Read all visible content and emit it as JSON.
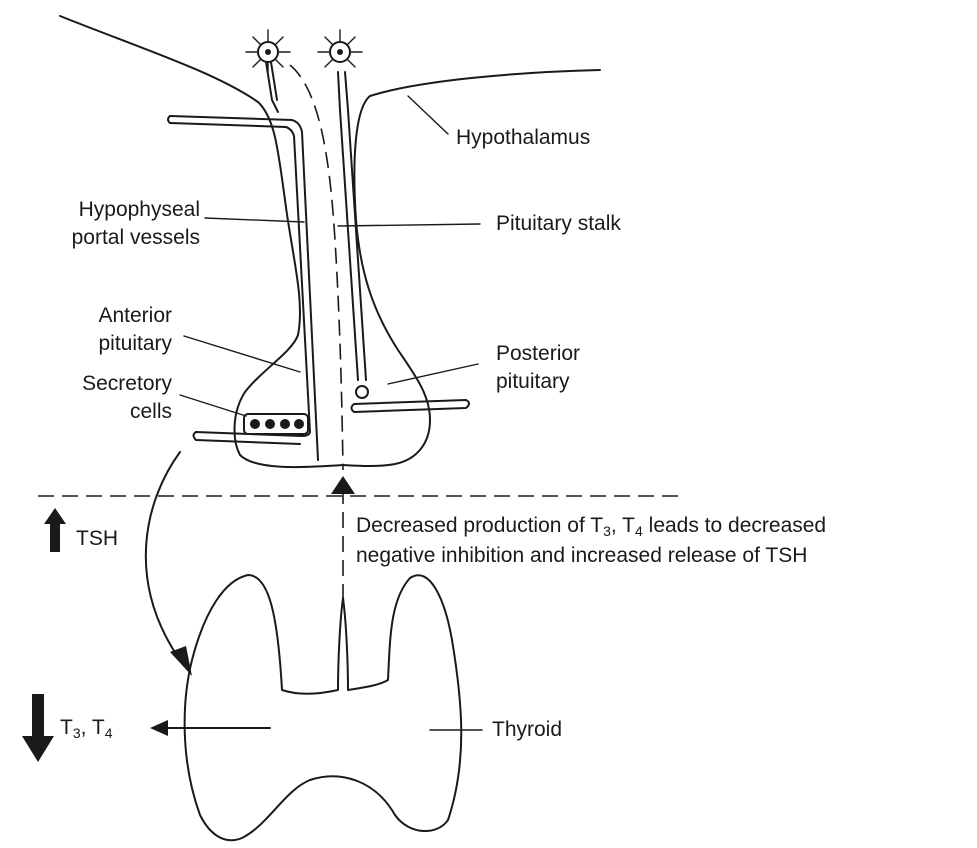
{
  "labels": {
    "hypothalamus": "Hypothalamus",
    "portal_line1": "Hypophyseal",
    "portal_line2": "portal vessels",
    "pituitary_stalk": "Pituitary stalk",
    "anterior_line1": "Anterior",
    "anterior_line2": "pituitary",
    "posterior_line1": "Posterior",
    "posterior_line2": "pituitary",
    "secretory_line1": "Secretory",
    "secretory_line2": "cells",
    "tsh": "TSH",
    "thyroid": "Thyroid"
  },
  "caption": {
    "line1_prefix": "Decreased production of  T",
    "t3_sub": "3",
    "line1_mid": ", T",
    "t4_sub": "4",
    "line1_suffix": " leads to decreased",
    "line2": "negative inhibition and increased release of TSH"
  },
  "hormone_output": {
    "t_prefix": "T",
    "t3_sub": "3",
    "separator": ", T",
    "t4_sub": "4"
  },
  "indicators": {
    "tsh_direction": "up",
    "t3_t4_direction": "down"
  }
}
